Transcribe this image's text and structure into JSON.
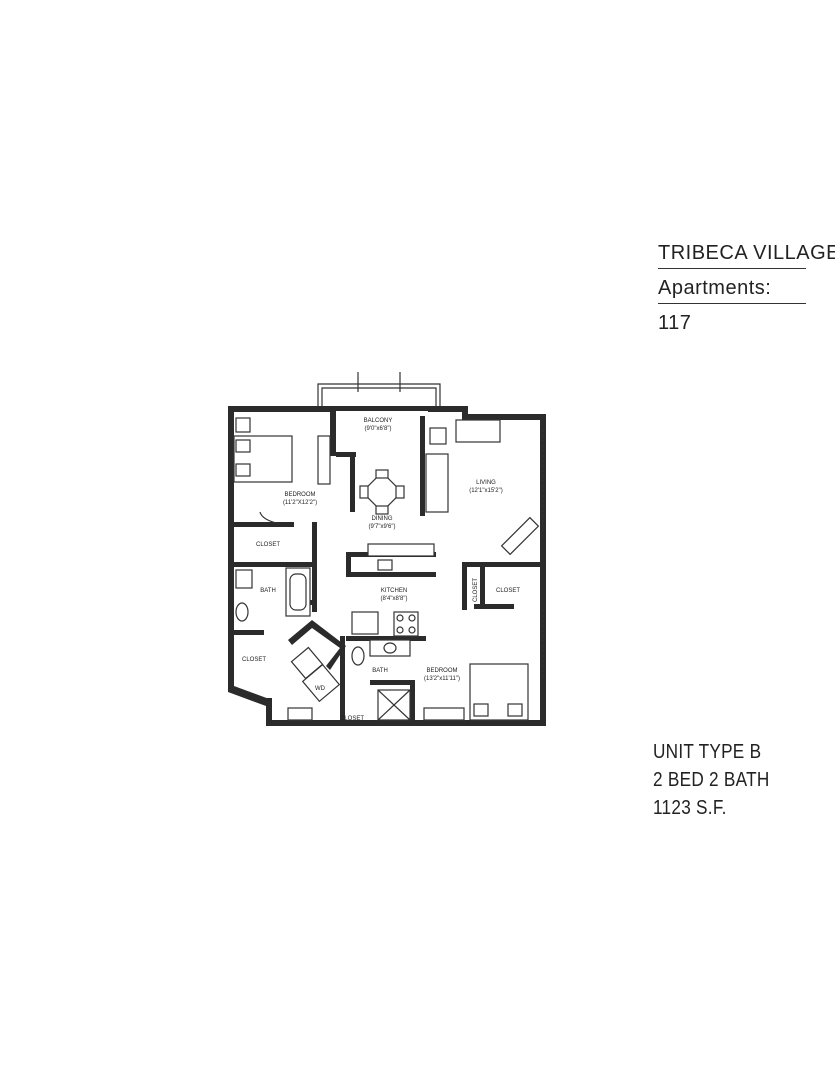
{
  "header": {
    "property": "TRIBECA VILLAGE",
    "type": "Apartments:",
    "number": "117"
  },
  "unit": {
    "type": "UNIT TYPE B",
    "beds_baths": "2 BED 2 BATH",
    "area": "1123 S.F."
  },
  "rooms": {
    "balcony": "BALCONY",
    "balcony_dim": "(9'0\"x6'8\")",
    "bedroom1": "BEDROOM",
    "bedroom1_dim": "(11'2\"X12'2\")",
    "dining": "DINING",
    "dining_dim": "(9'7\"x9'6\")",
    "living": "LIVING",
    "living_dim": "(12'1\"x15'2\")",
    "closet1": "CLOSET",
    "bath1": "BATH",
    "kitchen": "KITCHEN",
    "kitchen_dim": "(8'4\"x8'8\")",
    "closet2": "CLOSET",
    "closet3": "CLOSET",
    "closet4": "CLOSET",
    "bath2": "BATH",
    "bedroom2": "BEDROOM",
    "bedroom2_dim": "(13'2\"x11'11\")",
    "closet5": "CLOSET",
    "wd": "WD"
  }
}
